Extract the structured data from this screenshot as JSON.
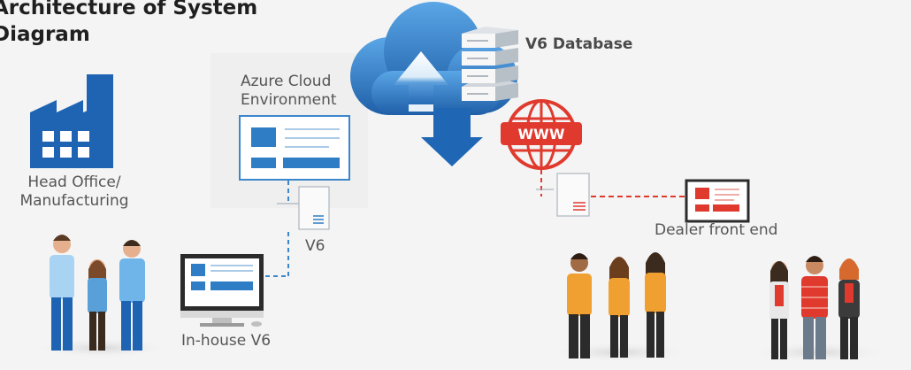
{
  "title": {
    "line1": "Architecture of System",
    "line2": "Diagram"
  },
  "nodes": {
    "head_office": {
      "line1": "Head Office/",
      "line2": "Manufacturing"
    },
    "azure": {
      "line1": "Azure Cloud",
      "line2": "Environment"
    },
    "database": "V6 Database",
    "v6_server": "V6",
    "inhouse": "In-house V6",
    "dealer": "Dealer front end",
    "www": "WWW"
  },
  "colors": {
    "blue": "#2f7dc4",
    "dark_blue": "#1f5fa8",
    "red": "#e03a2e",
    "orange": "#f0a030",
    "background": "#f4f4f4"
  },
  "icons": [
    "factory-icon",
    "cloud-icon",
    "database-icon",
    "globe-www-icon",
    "server-icon",
    "monitor-icon",
    "tablet-icon",
    "people-group-icon"
  ]
}
